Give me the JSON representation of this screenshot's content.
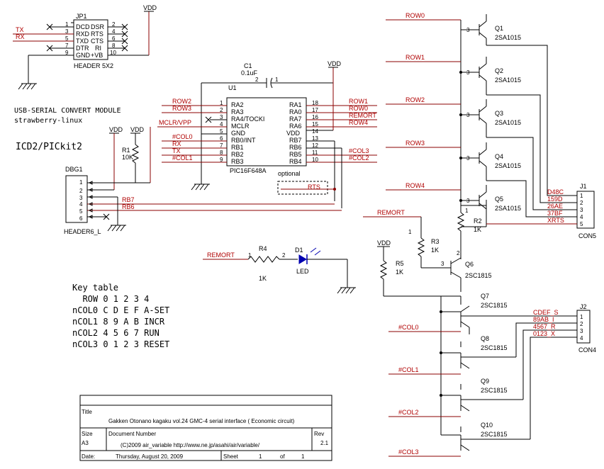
{
  "header": {
    "title": "HEADER 5X2",
    "ref": "JP1",
    "pins_left": [
      "DCD",
      "RXD",
      "TXD",
      "DTR",
      "GND"
    ],
    "pins_right": [
      "DSR",
      "RTS",
      "CTS",
      "RI",
      "+VB"
    ],
    "num_left": [
      "1",
      "3",
      "5",
      "7",
      "9"
    ],
    "num_right": [
      "2",
      "4",
      "6",
      "8",
      "10"
    ],
    "net_tx": "TX",
    "net_rx": "RX",
    "vdd": "VDD"
  },
  "notes": {
    "module_line1": "USB-SERIAL CONVERT MODULE",
    "module_line2": "strawberry-linux",
    "icd": "ICD2/PICkit2",
    "optional": "optional"
  },
  "cap": {
    "ref": "C1",
    "value": "0.1uF",
    "pin1": "1",
    "pin2": "2"
  },
  "mcu": {
    "ref": "U1",
    "part": "PIC16F648A",
    "left_pins": [
      "RA2",
      "RA3",
      "RA4/TOCKI",
      "MCLR",
      "GND",
      "RB0/INT",
      "RB1",
      "RB2",
      "RB3"
    ],
    "left_nums": [
      "1",
      "2",
      "3",
      "4",
      "5",
      "6",
      "7",
      "8",
      "9"
    ],
    "right_pins": [
      "RA1",
      "RA0",
      "RA7",
      "RA6",
      "VDD",
      "RB7",
      "RB6",
      "RB5",
      "RB4"
    ],
    "right_nums": [
      "18",
      "17",
      "16",
      "15",
      "14",
      "13",
      "12",
      "11",
      "10"
    ],
    "left_nets": [
      "ROW2",
      "ROW3",
      "",
      "MCLR/VPP",
      "",
      "#COL0",
      "RX",
      "TX",
      "#COL1"
    ],
    "right_nets": [
      "ROW1",
      "ROW0",
      "REMORT",
      "ROW4",
      "",
      "",
      "",
      "#COL3",
      "#COL2"
    ],
    "rts": "RTS"
  },
  "r1": {
    "ref": "R1",
    "value": "10K",
    "vdd": "VDD",
    "vdd2": "VDD"
  },
  "dbg": {
    "ref": "DBG1",
    "title": "HEADER6_L",
    "nums": [
      "1",
      "2",
      "3",
      "4",
      "5",
      "6"
    ],
    "net_rb7": "RB7",
    "net_rb6": "RB6"
  },
  "led": {
    "r_ref": "R4",
    "r_value": "1K",
    "pin1": "1",
    "pin2": "2",
    "net": "REMORT",
    "d_ref": "D1",
    "d_label": "LED"
  },
  "transistors_row": [
    {
      "ref": "Q1",
      "part": "2SA1015",
      "net": "ROW0"
    },
    {
      "ref": "Q2",
      "part": "2SA1015",
      "net": "ROW1"
    },
    {
      "ref": "Q3",
      "part": "2SA1015",
      "net": "ROW2"
    },
    {
      "ref": "Q4",
      "part": "2SA1015",
      "net": "ROW3"
    },
    {
      "ref": "Q5",
      "part": "2SA1015",
      "net": "ROW4"
    }
  ],
  "con5": {
    "ref": "J1",
    "title": "CON5",
    "nets": [
      "D48C",
      "159D",
      "26AE",
      "37BF",
      "XRTS"
    ],
    "nums": [
      "1",
      "2",
      "3",
      "4",
      "5"
    ]
  },
  "remort": {
    "net": "REMORT",
    "r2": {
      "ref": "R2",
      "value": "1K"
    },
    "r3": {
      "ref": "R3",
      "value": "1K"
    },
    "r5": {
      "ref": "R5",
      "value": "1K"
    },
    "q6": {
      "ref": "Q6",
      "part": "2SC1815"
    },
    "vdd": "VDD"
  },
  "transistors_col": [
    {
      "ref": "Q7",
      "part": "2SC1815",
      "net": "#COL0"
    },
    {
      "ref": "Q8",
      "part": "2SC1815",
      "net": "#COL1"
    },
    {
      "ref": "Q9",
      "part": "2SC1815",
      "net": "#COL2"
    },
    {
      "ref": "Q10",
      "part": "2SC1815",
      "net": "#COL3"
    }
  ],
  "con4": {
    "ref": "J2",
    "title": "CON4",
    "nets": [
      "CDEF_S",
      "89AB_I",
      "4567_R",
      "0123_X"
    ],
    "nums": [
      "1",
      "2",
      "3",
      "4"
    ]
  },
  "key_table": {
    "title": "Key table",
    "rows": [
      "  ROW 0 1 2 3 4",
      "nCOL0 C D E F A-SET",
      "nCOL1 8 9 A B INCR",
      "nCOL2 4 5 6 7 RUN",
      "nCOL3 0 1 2 3 RESET"
    ]
  },
  "title_block": {
    "title_label": "Title",
    "title": "Gakken Otonano kagaku vol.24  GMC-4 serial interface ( Economic circuit)",
    "size_label": "Size",
    "size": "A3",
    "docnum_label": "Document Number",
    "docnum": "(C)2009 air_variable  http://www.ne.jp/asahi/air/variable/",
    "rev_label": "Rev",
    "rev": "2.1",
    "date_label": "Date:",
    "date": "Thursday, August 20, 2009",
    "sheet_label": "Sheet",
    "sheet": "1",
    "of_label": "of",
    "of": "1"
  }
}
